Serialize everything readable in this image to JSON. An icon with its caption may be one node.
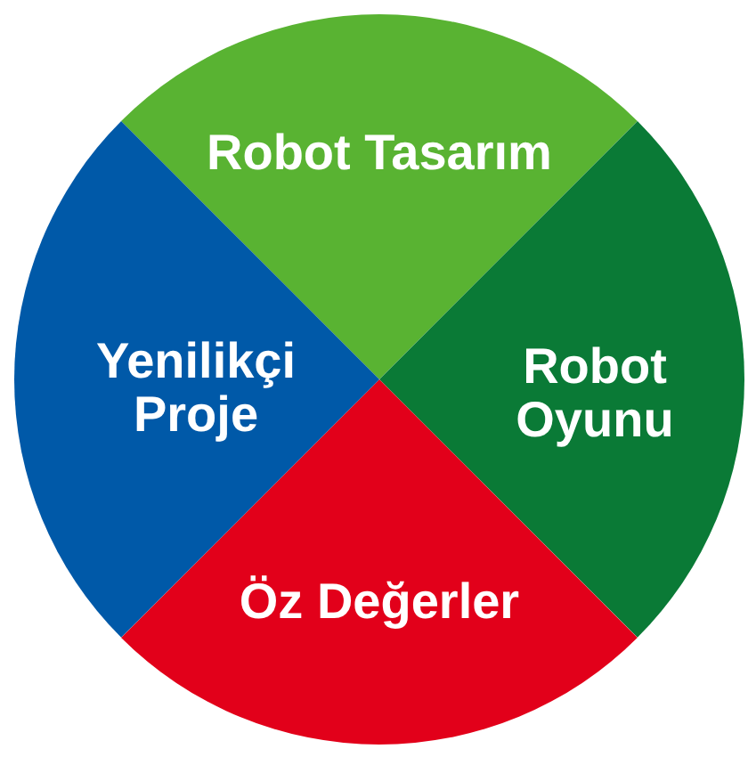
{
  "diagram": {
    "nodes": [
      {
        "text": [
          "Robot Tasarım"
        ]
      },
      {
        "text": [
          "Robot Oyunu"
        ]
      },
      {
        "text": [
          "Öz Değerler"
        ]
      },
      {
        "text": [
          "Yenilikçi Proje"
        ]
      }
    ]
  }
}
